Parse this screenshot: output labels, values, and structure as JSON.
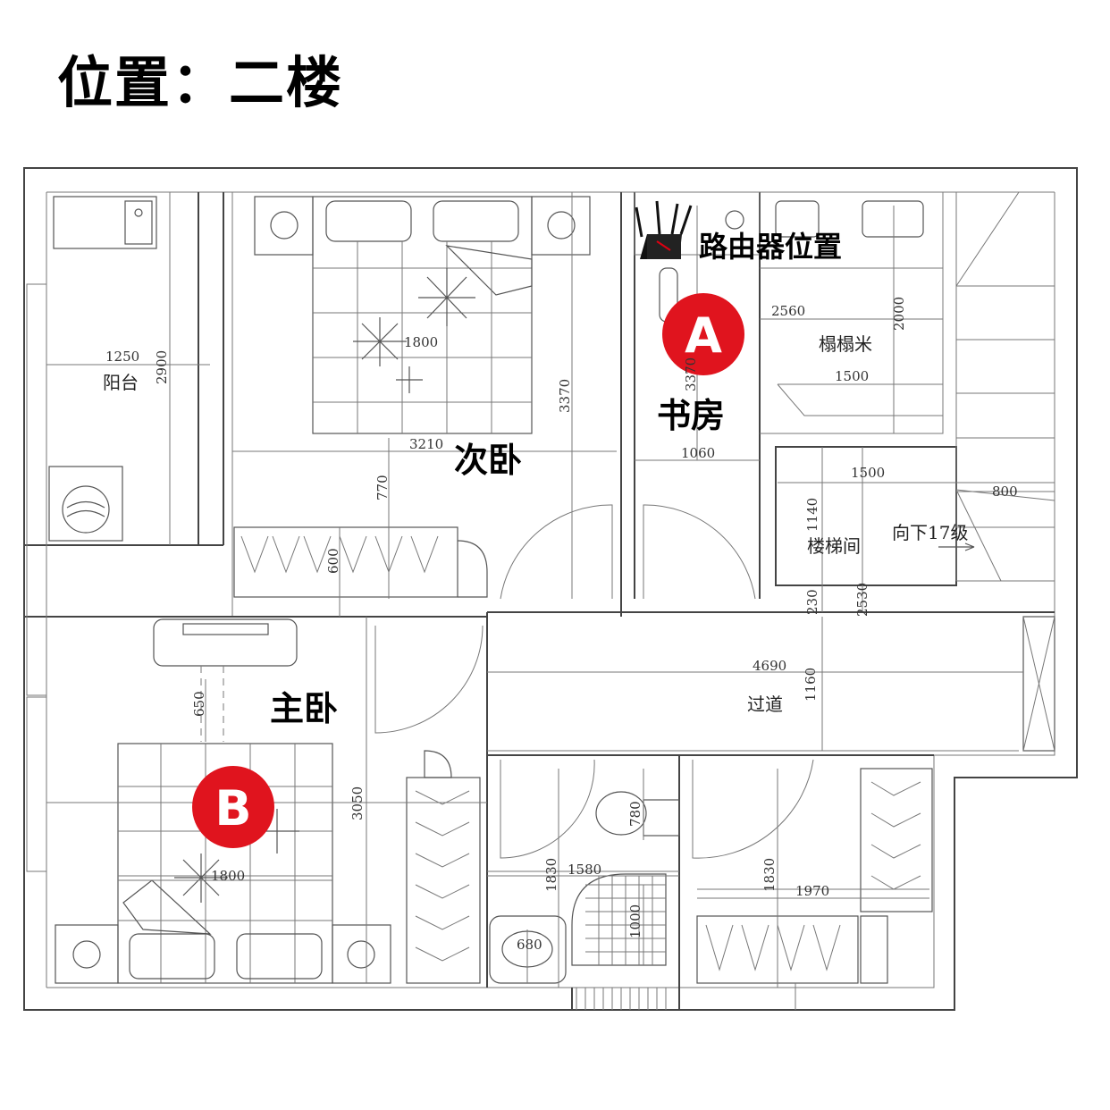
{
  "title": "位置：二楼",
  "router_label": "路由器位置",
  "markers": {
    "a": "A",
    "b": "B"
  },
  "rooms": {
    "balcony": "阳台",
    "second_bedroom": "次卧",
    "study": "书房",
    "tatami": "榻榻米",
    "stairwell": "楼梯间",
    "stairs_down": "向下17级",
    "corridor": "过道",
    "master_bedroom": "主卧"
  },
  "dimensions": {
    "balcony_width": "1250",
    "balcony_depth": "2900",
    "bed2_width": "1800",
    "bedroom2_depth": "3370",
    "bedroom2_width": "3210",
    "bedroom2_gap": "770",
    "wardrobe2_depth": "600",
    "study_width": "1060",
    "study_depth": "3370",
    "tatami_width": "2560",
    "tatami_depth": "2000",
    "tatami_inner": "1500",
    "stair_width": "1500",
    "stair_side": "800",
    "stair_depth": "1140",
    "stair_gap": "230",
    "stair_total": "2530",
    "corridor_length": "4690",
    "corridor_width": "1160",
    "tv_distance": "650",
    "bed_master_width": "1800",
    "master_depth": "3050",
    "toilet_depth": "780",
    "bath_depth": "1830",
    "bath_width": "1580",
    "shower_depth": "1000",
    "basin_width": "680",
    "closet_depth": "1830",
    "closet_width": "1970"
  },
  "colors": {
    "marker": "#e0141e",
    "wall": "#444444"
  },
  "icons": {
    "router": "router-icon"
  }
}
